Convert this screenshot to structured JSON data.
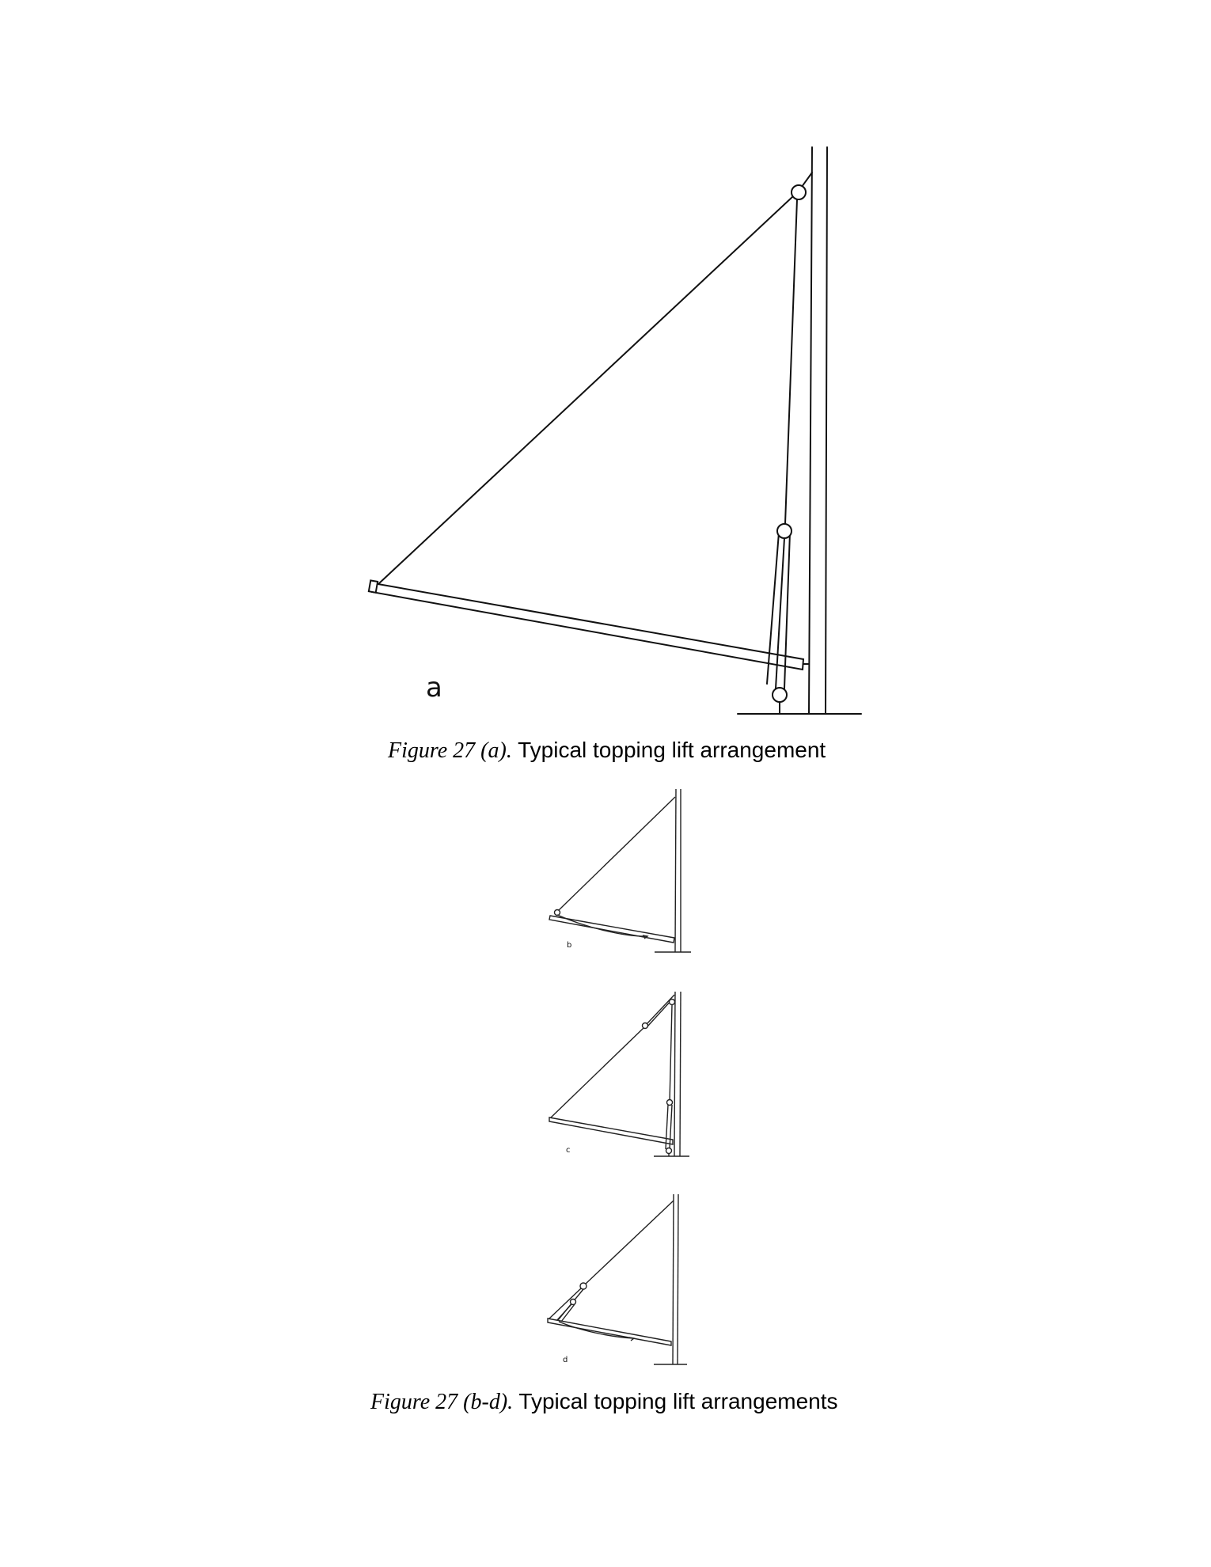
{
  "figure_a": {
    "panel_label": "a",
    "caption_prefix": "Figure 27 (a).",
    "caption_text": " Typical topping lift arrangement"
  },
  "figure_bd": {
    "panel_labels": [
      "b",
      "c",
      "d"
    ],
    "caption_prefix": "Figure 27 (b-d).",
    "caption_text": " Typical topping lift arrangements"
  }
}
